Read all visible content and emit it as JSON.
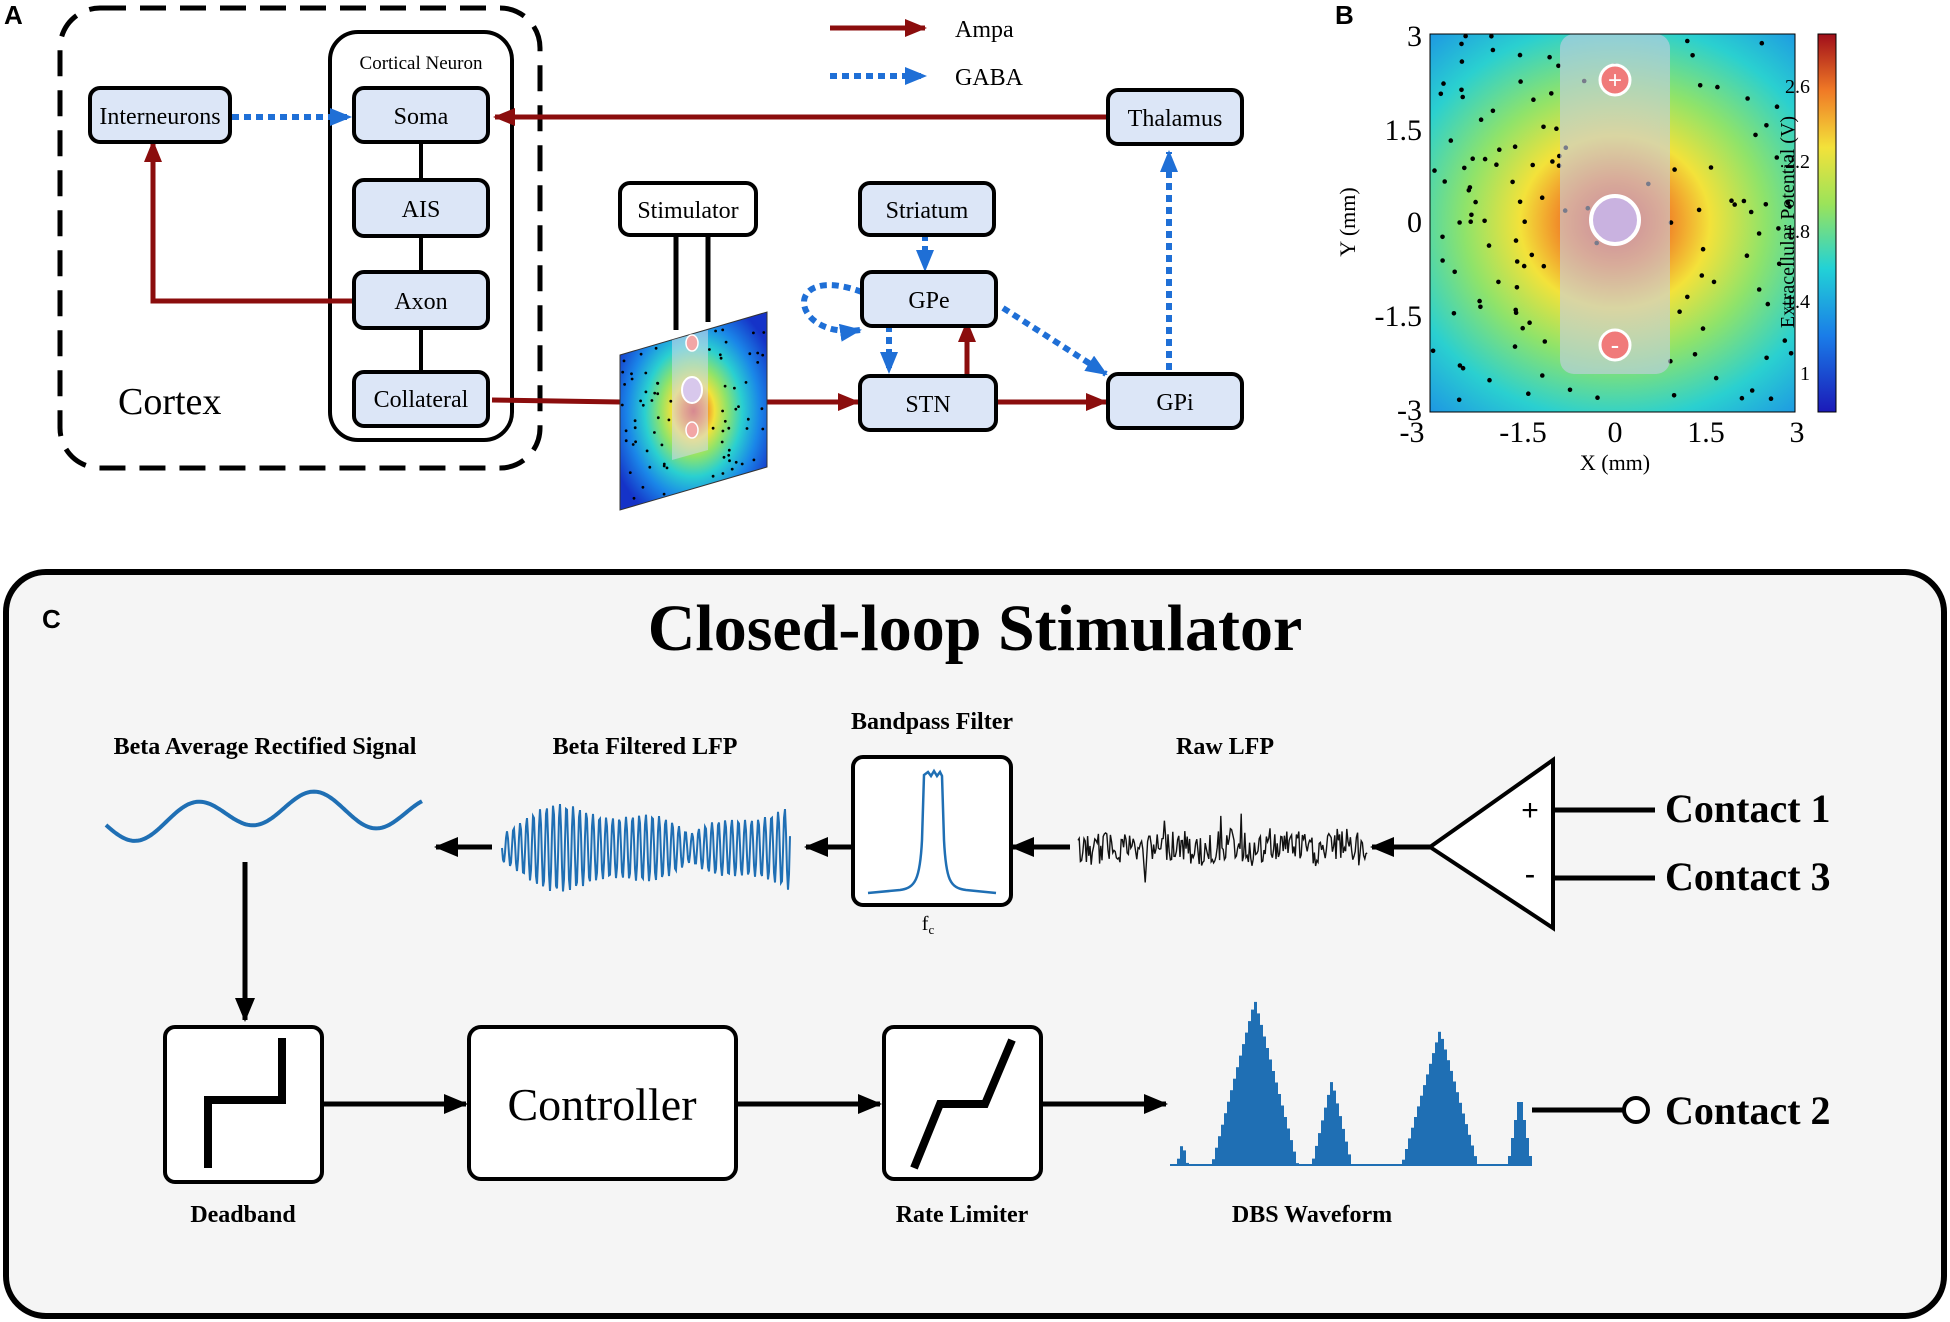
{
  "panel_a": {
    "letter": "A",
    "legend": {
      "ampa": "Ampa",
      "gaba": "GABA"
    },
    "cortex_label": "Cortex",
    "cortical_neuron_title": "Cortical Neuron",
    "nodes": {
      "soma": "Soma",
      "ais": "AIS",
      "axon": "Axon",
      "collateral": "Collateral",
      "interneurons": "Interneurons",
      "thalamus": "Thalamus",
      "stimulator": "Stimulator",
      "striatum": "Striatum",
      "gpe": "GPe",
      "stn": "STN",
      "gpi": "GPi"
    }
  },
  "panel_b": {
    "letter": "B",
    "xlabel": "X (mm)",
    "ylabel": "Y (mm)",
    "colorbar_label": "Extracellular Potential (V)",
    "electrode_symbols": {
      "plus": "+",
      "minus": "-"
    },
    "x_ticks": [
      "-3",
      "-1.5",
      "0",
      "1.5",
      "3"
    ],
    "y_ticks": [
      "3",
      "1.5",
      "0",
      "-1.5",
      "-3"
    ],
    "colorbar_ticks": [
      "2.6",
      "2.2",
      "1.8",
      "1.4",
      "1"
    ]
  },
  "panel_c": {
    "letter": "C",
    "title": "Closed-loop Stimulator",
    "labels": {
      "beta_average": "Beta Average Rectified Signal",
      "beta_filtered": "Beta Filtered LFP",
      "bandpass": "Bandpass Filter",
      "raw_lfp": "Raw LFP",
      "fc": "f",
      "fc_sub": "c",
      "contact1": "Contact 1",
      "contact3": "Contact 3",
      "contact2": "Contact 2",
      "plus": "+",
      "minus": "-",
      "deadband": "Deadband",
      "controller": "Controller",
      "rate_limiter": "Rate Limiter",
      "dbs_waveform": "DBS Waveform"
    }
  },
  "colors": {
    "ampa": "#8b0d0d",
    "gaba": "#1f6fd6",
    "node_fill": "#dce6f7",
    "signal_blue": "#1f6fb4",
    "panel_c_bg": "#f5f5f5"
  }
}
